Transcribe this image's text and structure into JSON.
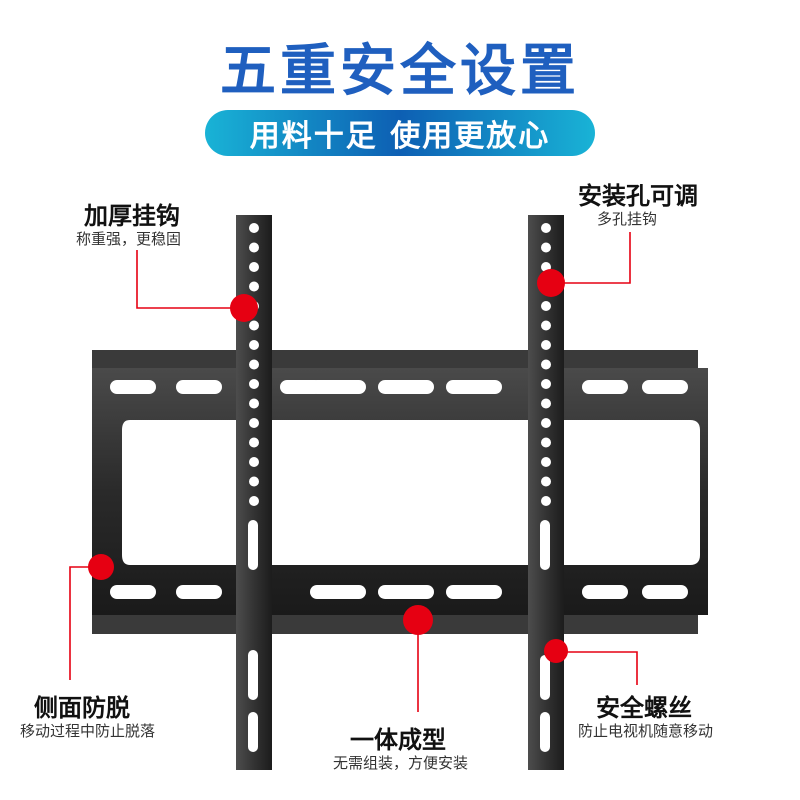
{
  "header": {
    "title": "五重安全设置",
    "subtitle": "用料十足 使用更放心"
  },
  "features": {
    "thick_hook": {
      "title": "加厚挂钩",
      "desc": "称重强，更稳固"
    },
    "adjustable_holes": {
      "title": "安装孔可调",
      "desc": "多孔挂钩"
    },
    "side_guard": {
      "title": "侧面防脱",
      "desc": "移动过程中防止脱落"
    },
    "one_piece": {
      "title": "一体成型",
      "desc": "无需组装，方便安装"
    },
    "safety_screw": {
      "title": "安全螺丝",
      "desc": "防止电视机随意移动"
    }
  },
  "colors": {
    "title": "#1f5fbf",
    "marker": "#e60012",
    "metal": "#2b2b2b"
  }
}
